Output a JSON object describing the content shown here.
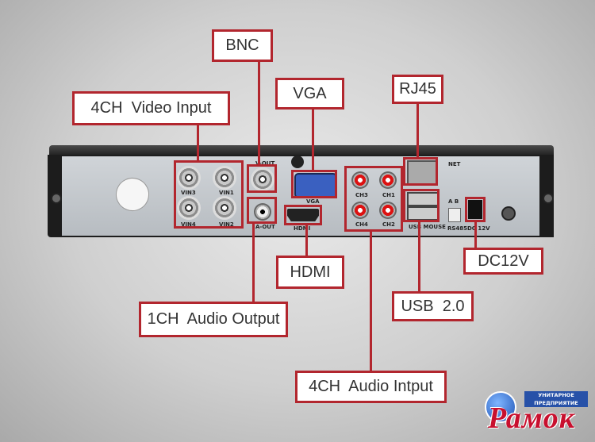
{
  "labels": {
    "bnc": "BNC",
    "video_input": "4CH  Video Input",
    "vga": "VGA",
    "rj45": "RJ45",
    "hdmi": "HDMI",
    "audio_output": "1CH  Audio Output",
    "usb": "USB  2.0",
    "dc": "DC12V",
    "audio_input": "4CH  Audio Intput"
  },
  "panel_text": {
    "vin3": "VIN3",
    "vin1": "VIN1",
    "vin4": "VIN4",
    "vin2": "VIN2",
    "v_out": "V-OUT",
    "a_out": "A-OUT",
    "vga": "VGA",
    "hdmi": "HDMI",
    "ch3": "CH3",
    "ch1": "CH1",
    "ch4": "CH4",
    "ch2": "CH2",
    "net": "NET",
    "usb_mouse": "USB MOUSE",
    "rs485": "RS485",
    "ab": "A   B",
    "dc12v": "DC 12V"
  },
  "logo": {
    "name": "Рамок",
    "band_line1": "УНИТАРНОЕ",
    "band_line2": "ПРЕДПРИЯТИЕ"
  },
  "colors": {
    "annotation_red": "#b2262e",
    "panel": "#c5c9cd"
  }
}
